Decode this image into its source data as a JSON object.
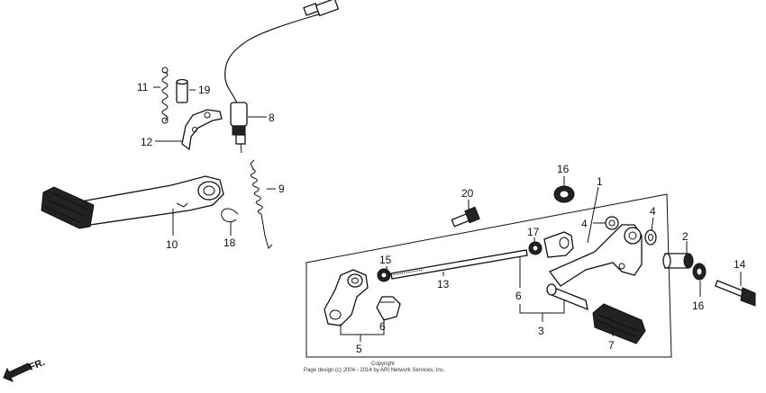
{
  "callouts": {
    "c1": "1",
    "c2": "2",
    "c3": "3",
    "c4a": "4",
    "c4b": "4",
    "c5": "5",
    "c6a": "6",
    "c6b": "6",
    "c7": "7",
    "c8": "8",
    "c9": "9",
    "c10": "10",
    "c11": "11",
    "c12": "12",
    "c13": "13",
    "c14": "14",
    "c15": "15",
    "c16a": "16",
    "c16b": "16",
    "c17": "17",
    "c18": "18",
    "c19": "19",
    "c20": "20"
  },
  "direction_label": "FR.",
  "copyright": {
    "line1": "Copyright",
    "line2": "Page design (c) 2004 - 2014 by ARI Network Services, Inc."
  }
}
